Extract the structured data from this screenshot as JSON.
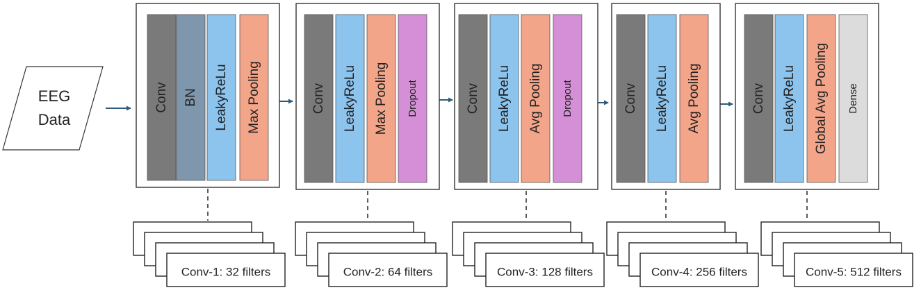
{
  "input": {
    "line1": "EEG",
    "line2": "Data"
  },
  "colors": {
    "conv": "#7a7a7a",
    "bn": "#7f97ad",
    "leaky": "#8cc4ee",
    "pool": "#f3a58a",
    "dropout": "#d58fd6",
    "dense": "#dcdcdc",
    "arrow": "#2f5b7a"
  },
  "blocks": [
    {
      "layers": [
        {
          "label": "Conv",
          "kind": "conv"
        },
        {
          "label": "BN",
          "kind": "bn"
        },
        {
          "label": "LeakyReLu",
          "kind": "leaky"
        },
        {
          "label": "Max Pooling",
          "kind": "pool"
        }
      ],
      "filters_label": "Conv-1: 32 filters"
    },
    {
      "layers": [
        {
          "label": "Conv",
          "kind": "conv"
        },
        {
          "label": "LeakyReLu",
          "kind": "leaky"
        },
        {
          "label": "Max Pooling",
          "kind": "pool"
        },
        {
          "label": "Dropout",
          "kind": "dropout"
        }
      ],
      "filters_label": "Conv-2: 64 filters"
    },
    {
      "layers": [
        {
          "label": "Conv",
          "kind": "conv"
        },
        {
          "label": "LeakyReLu",
          "kind": "leaky"
        },
        {
          "label": "Avg Pooling",
          "kind": "pool"
        },
        {
          "label": "Dropout",
          "kind": "dropout"
        }
      ],
      "filters_label": "Conv-3: 128 filters"
    },
    {
      "layers": [
        {
          "label": "Conv",
          "kind": "conv"
        },
        {
          "label": "LeakyReLu",
          "kind": "leaky"
        },
        {
          "label": "Avg Pooling",
          "kind": "pool"
        }
      ],
      "filters_label": "Conv-4: 256 filters"
    },
    {
      "layers": [
        {
          "label": "Conv",
          "kind": "conv"
        },
        {
          "label": "LeakyReLu",
          "kind": "leaky"
        },
        {
          "label": "Global Avg Pooling",
          "kind": "pool"
        },
        {
          "label": "Dense",
          "kind": "dense"
        }
      ],
      "filters_label": "Conv-5: 512 filters"
    }
  ]
}
